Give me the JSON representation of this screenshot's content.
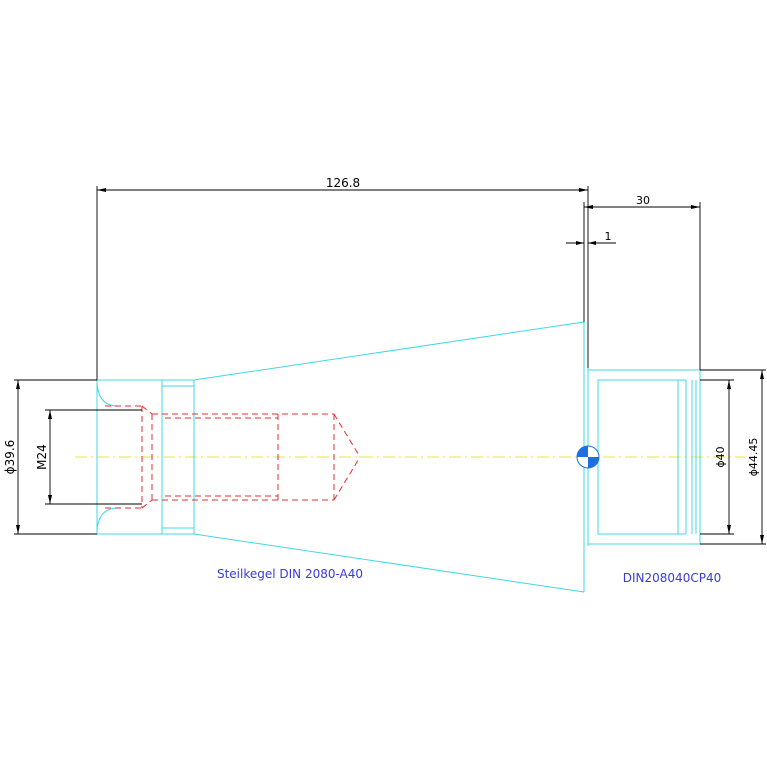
{
  "colors": {
    "geometry": "#40d8e6",
    "hidden_lines": "#e03030",
    "center_line": "#e6e640",
    "labels": "#3a3adf",
    "dimensions": "#000000",
    "marker_blue": "#1e6fe0"
  },
  "dimensions": {
    "overall_length": "126.8",
    "flange_length": "30",
    "gap": "1",
    "diameter_left": "ϕ39.6",
    "thread": "M24",
    "diameter_flange": "ϕ40",
    "diameter_outer": "ϕ44.45"
  },
  "labels": {
    "taper": "Steilkegel DIN 2080-A40",
    "flange": "DIN208040CP40"
  }
}
